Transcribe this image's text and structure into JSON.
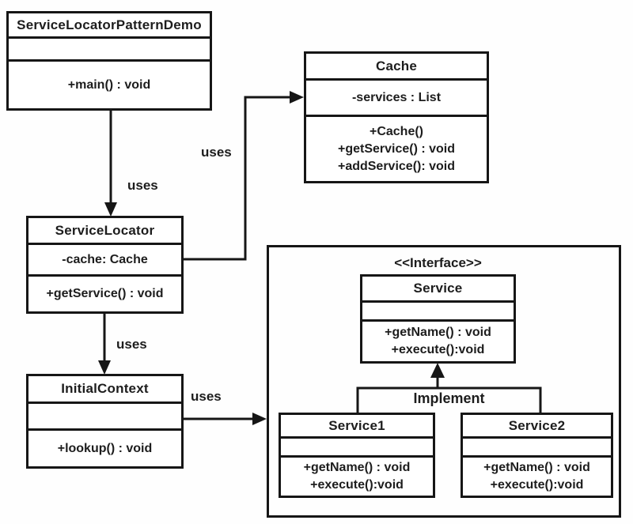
{
  "labels": {
    "uses_demo_locator": "uses",
    "uses_locator_cache": "uses",
    "uses_locator_context": "uses",
    "uses_context_services": "uses",
    "implement": "Implement",
    "interface_stereotype": "<<Interface>>"
  },
  "classes": {
    "demo": {
      "title": "ServiceLocatorPatternDemo",
      "attributes": [],
      "methods": [
        "+main() : void"
      ]
    },
    "cache": {
      "title": "Cache",
      "attributes": [
        "-services  : List"
      ],
      "methods": [
        "+Cache()",
        "+getService() : void",
        "+addService():  void"
      ]
    },
    "service_locator": {
      "title": "ServiceLocator",
      "attributes": [
        "-cache: Cache"
      ],
      "methods": [
        "+getService() : void"
      ]
    },
    "initial_context": {
      "title": "InitialContext",
      "attributes": [],
      "methods": [
        "+lookup() : void"
      ]
    },
    "service": {
      "title": "Service",
      "attributes": [],
      "methods": [
        "+getName() : void",
        "+execute():void"
      ]
    },
    "service1": {
      "title": "Service1",
      "attributes": [],
      "methods": [
        "+getName() : void",
        "+execute():void"
      ]
    },
    "service2": {
      "title": "Service2",
      "attributes": [],
      "methods": [
        "+getName() : void",
        "+execute():void"
      ]
    }
  },
  "colors": {
    "line": "#161616",
    "background": "#ffffff",
    "text": "#1d1d1d"
  }
}
